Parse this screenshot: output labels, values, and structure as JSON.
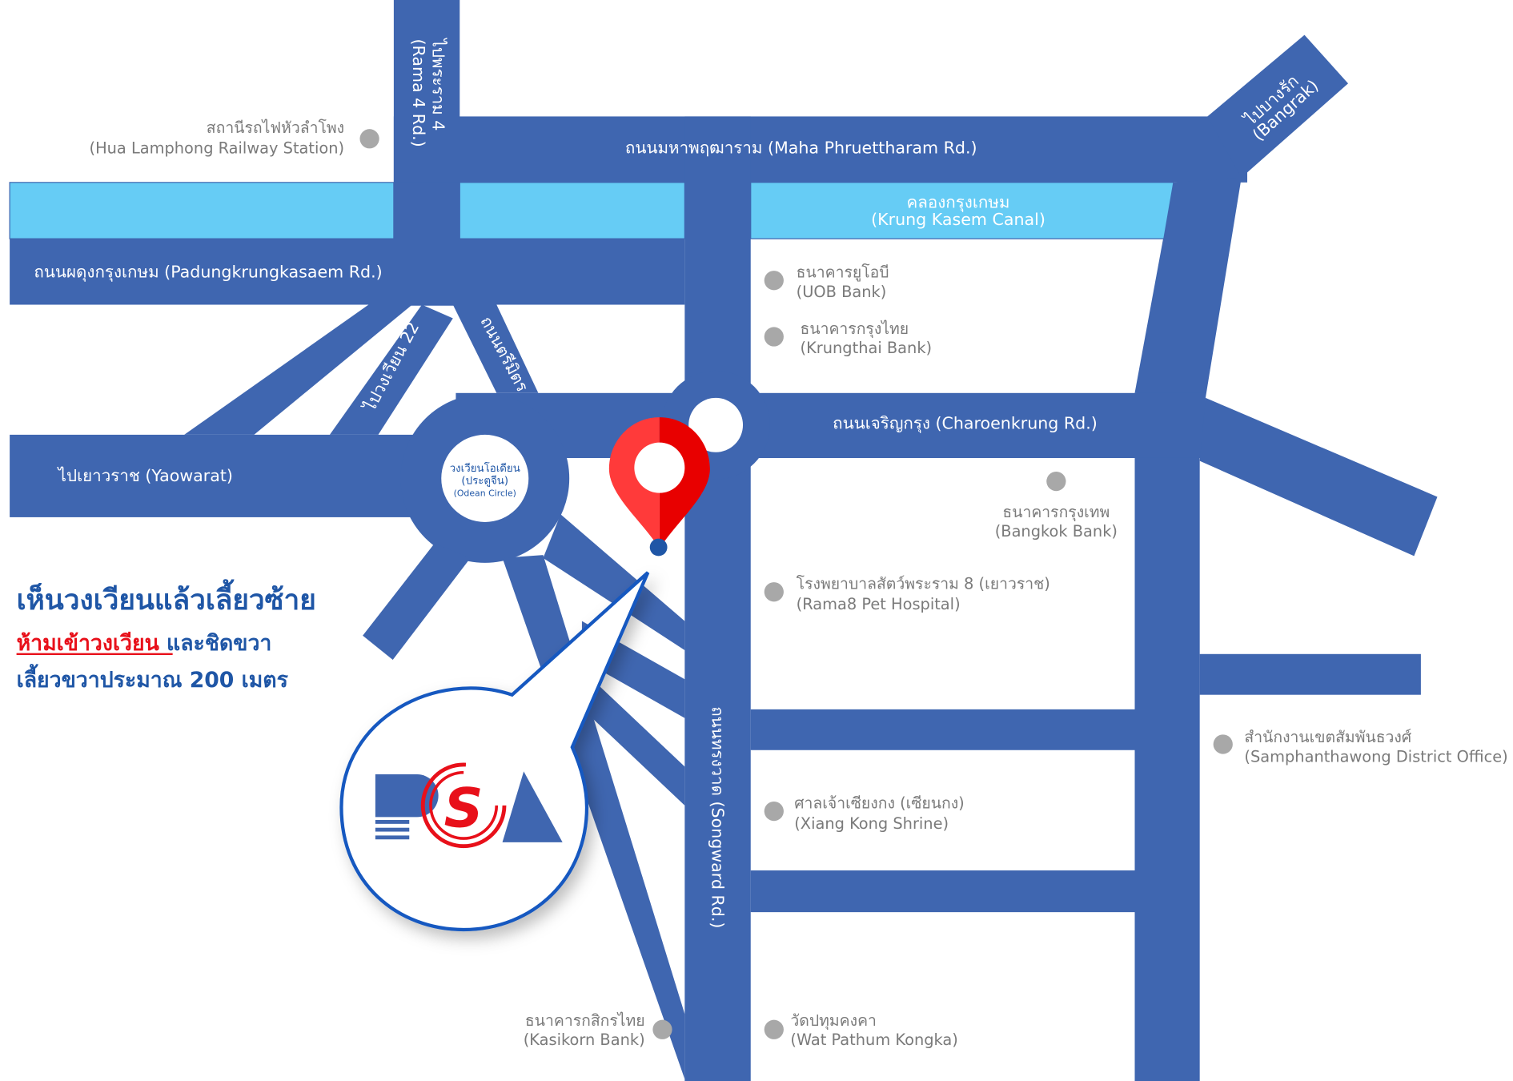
{
  "colors": {
    "road": "#3f66b0",
    "canal": "#66ccf5",
    "marker": "#a8a8a8",
    "pin": "#ee1c25",
    "heading": "#1f56a6",
    "warning": "#e8101a"
  },
  "roads": {
    "rama4": "ไปพระราม 4",
    "rama4_en": "(Rama 4 Rd.)",
    "maha": "ถนนมหาพฤฒาราม (Maha Phruettharam Rd.)",
    "bangrak": "ไปบางรัก",
    "bangrak_en": "(Bangrak)",
    "canal": "คลองกรุงเกษม",
    "canal_en": "(Krung Kasem Canal)",
    "padung": "ถนนผดุงกรุงเกษม (Padungkrungkasaem Rd.)",
    "charoenkrung": "ถนนเจริญกรุง (Charoenkrung Rd.)",
    "yaowarat": "ไปเยาวราช (Yaowarat)",
    "circle22": "ไปวงเวียน 22",
    "trimit": "ถนนตรีมิตร",
    "songward": "ถนนทรงวาด (Songward Rd.)"
  },
  "odean": {
    "th": "วงเวียนโอเดียน",
    "th2": "(ประตูจีน)",
    "en": "(Odean Circle)"
  },
  "places": [
    {
      "th": "สถานีรถไฟหัวลำโพง",
      "en": "(Hua Lamphong Railway Station)"
    },
    {
      "th": "ธนาคารยูโอบี",
      "en": "(UOB Bank)"
    },
    {
      "th": "ธนาคารกรุงไทย",
      "en": "(Krungthai Bank)"
    },
    {
      "th": "ธนาคารกรุงเทพ",
      "en": "(Bangkok Bank)"
    },
    {
      "th": "โรงพยาบาลสัตว์พระราม 8 (เยาวราช)",
      "en": "(Rama8 Pet Hospital)"
    },
    {
      "th": "สำนักงานเขตสัมพันธวงศ์",
      "en": "(Samphanthawong District Office)"
    },
    {
      "th": "ศาลเจ้าเซียงกง (เซียนกง)",
      "en": "(Xiang Kong Shrine)"
    },
    {
      "th": "ธนาคารกสิกรไทย",
      "en": "(Kasikorn Bank)"
    },
    {
      "th": "วัดปทุมคงคา",
      "en": "(Wat Pathum Kongka)"
    }
  ],
  "directions": {
    "line1": "เห็นวงเวียนแล้วเลี้ยวซ้าย",
    "line2_warning": "ห้ามเข้าวงเวียน",
    "line2_rest": " และชิดขวา",
    "line3": "เลี้ยวขวาประมาณ 200 เมตร"
  },
  "logo": {
    "text": "RSA"
  }
}
